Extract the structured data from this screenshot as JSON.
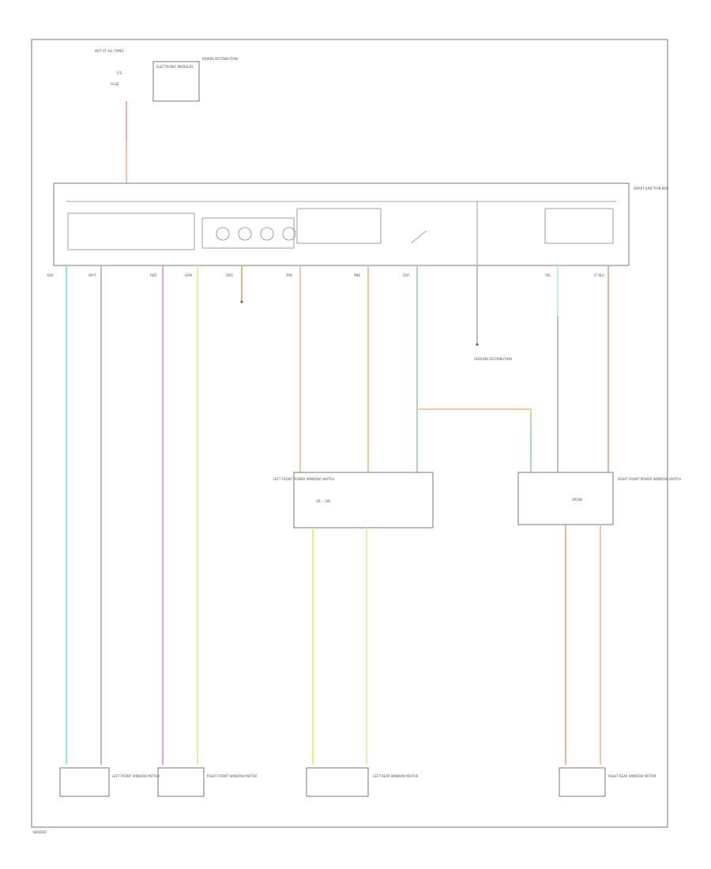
{
  "diagram": {
    "footer_code": "W00000",
    "bcm_title": "ELECTRONIC MODULES",
    "fuse_label_1": "HOT AT ALL TIMES",
    "fuse_label_2": "F/S",
    "fuse_label_3": "FUSE",
    "power_distribution_label": "POWER DISTRIBUTION",
    "junction_block_label": "SMART JUNCTION BOX",
    "ground_label": "GROUND DISTRIBUTION",
    "connector_labels": [
      "BLK",
      "WHT",
      "RED",
      "GRN",
      "ORG",
      "TAN",
      "PNK",
      "GRY",
      "YEL",
      "LT BLU"
    ],
    "master_switch_label": "LEFT FRONT POWER WINDOW SWITCH",
    "right_switch_label": "RIGHT FRONT POWER WINDOW SWITCH",
    "motor_labels": [
      "LEFT FRONT WINDOW MOTOR",
      "RIGHT FRONT WINDOW MOTOR",
      "LEFT REAR WINDOW MOTOR",
      "RIGHT REAR WINDOW MOTOR"
    ],
    "switch_text_left": "UP — DN",
    "switch_text_right": "UP/DN"
  }
}
